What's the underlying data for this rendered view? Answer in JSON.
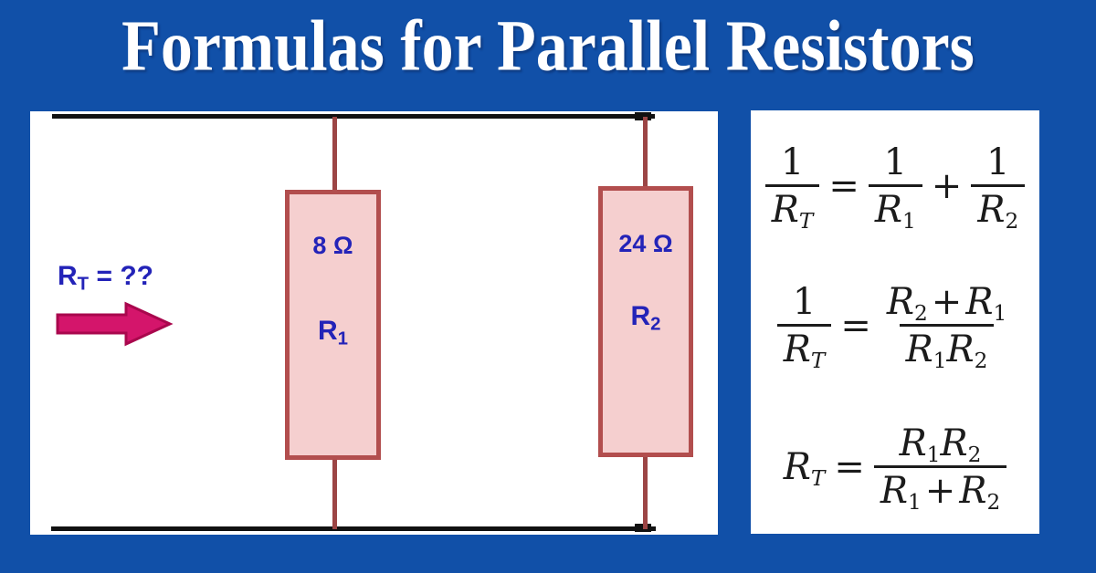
{
  "title": {
    "text": "Formulas for Parallel Resistors"
  },
  "colors": {
    "background": "#1150a8",
    "panel": "#ffffff",
    "title_text": "#ffffff",
    "bus_wire": "#111111",
    "lead_wire": "#9c4545",
    "resistor_fill": "#f5cfcf",
    "resistor_border": "#b24e4e",
    "label_blue": "#2323b8",
    "arrow_fill": "#d4156b",
    "arrow_outline": "#a9074d",
    "formula_ink": "#1b1b1b"
  },
  "icons": {
    "arrow": "right-block-arrow"
  },
  "circuit": {
    "rt_question": {
      "base": "R",
      "sub": "T",
      "suffix": " = ??"
    },
    "resistors": [
      {
        "value": "8 Ω",
        "name_base": "R",
        "name_sub": "1"
      },
      {
        "value": "24 Ω",
        "name_base": "R",
        "name_sub": "2"
      }
    ]
  },
  "formulas": [
    {
      "lhs_num": "1",
      "lhs_den_base": "R",
      "lhs_den_sub": "T",
      "equals": "=",
      "rhs1_num": "1",
      "rhs1_den_base": "R",
      "rhs1_den_sub": "1",
      "plus": "+",
      "rhs2_num": "1",
      "rhs2_den_base": "R",
      "rhs2_den_sub": "2"
    },
    {
      "lhs_num": "1",
      "lhs_den_base": "R",
      "lhs_den_sub": "T",
      "equals": "=",
      "num_a_base": "R",
      "num_a_sub": "2",
      "num_plus": "+",
      "num_b_base": "R",
      "num_b_sub": "1",
      "den_a_base": "R",
      "den_a_sub": "1",
      "den_b_base": "R",
      "den_b_sub": "2"
    },
    {
      "lhs_base": "R",
      "lhs_sub": "T",
      "equals": "=",
      "num_a_base": "R",
      "num_a_sub": "1",
      "num_b_base": "R",
      "num_b_sub": "2",
      "den_a_base": "R",
      "den_a_sub": "1",
      "den_plus": "+",
      "den_b_base": "R",
      "den_b_sub": "2"
    }
  ]
}
